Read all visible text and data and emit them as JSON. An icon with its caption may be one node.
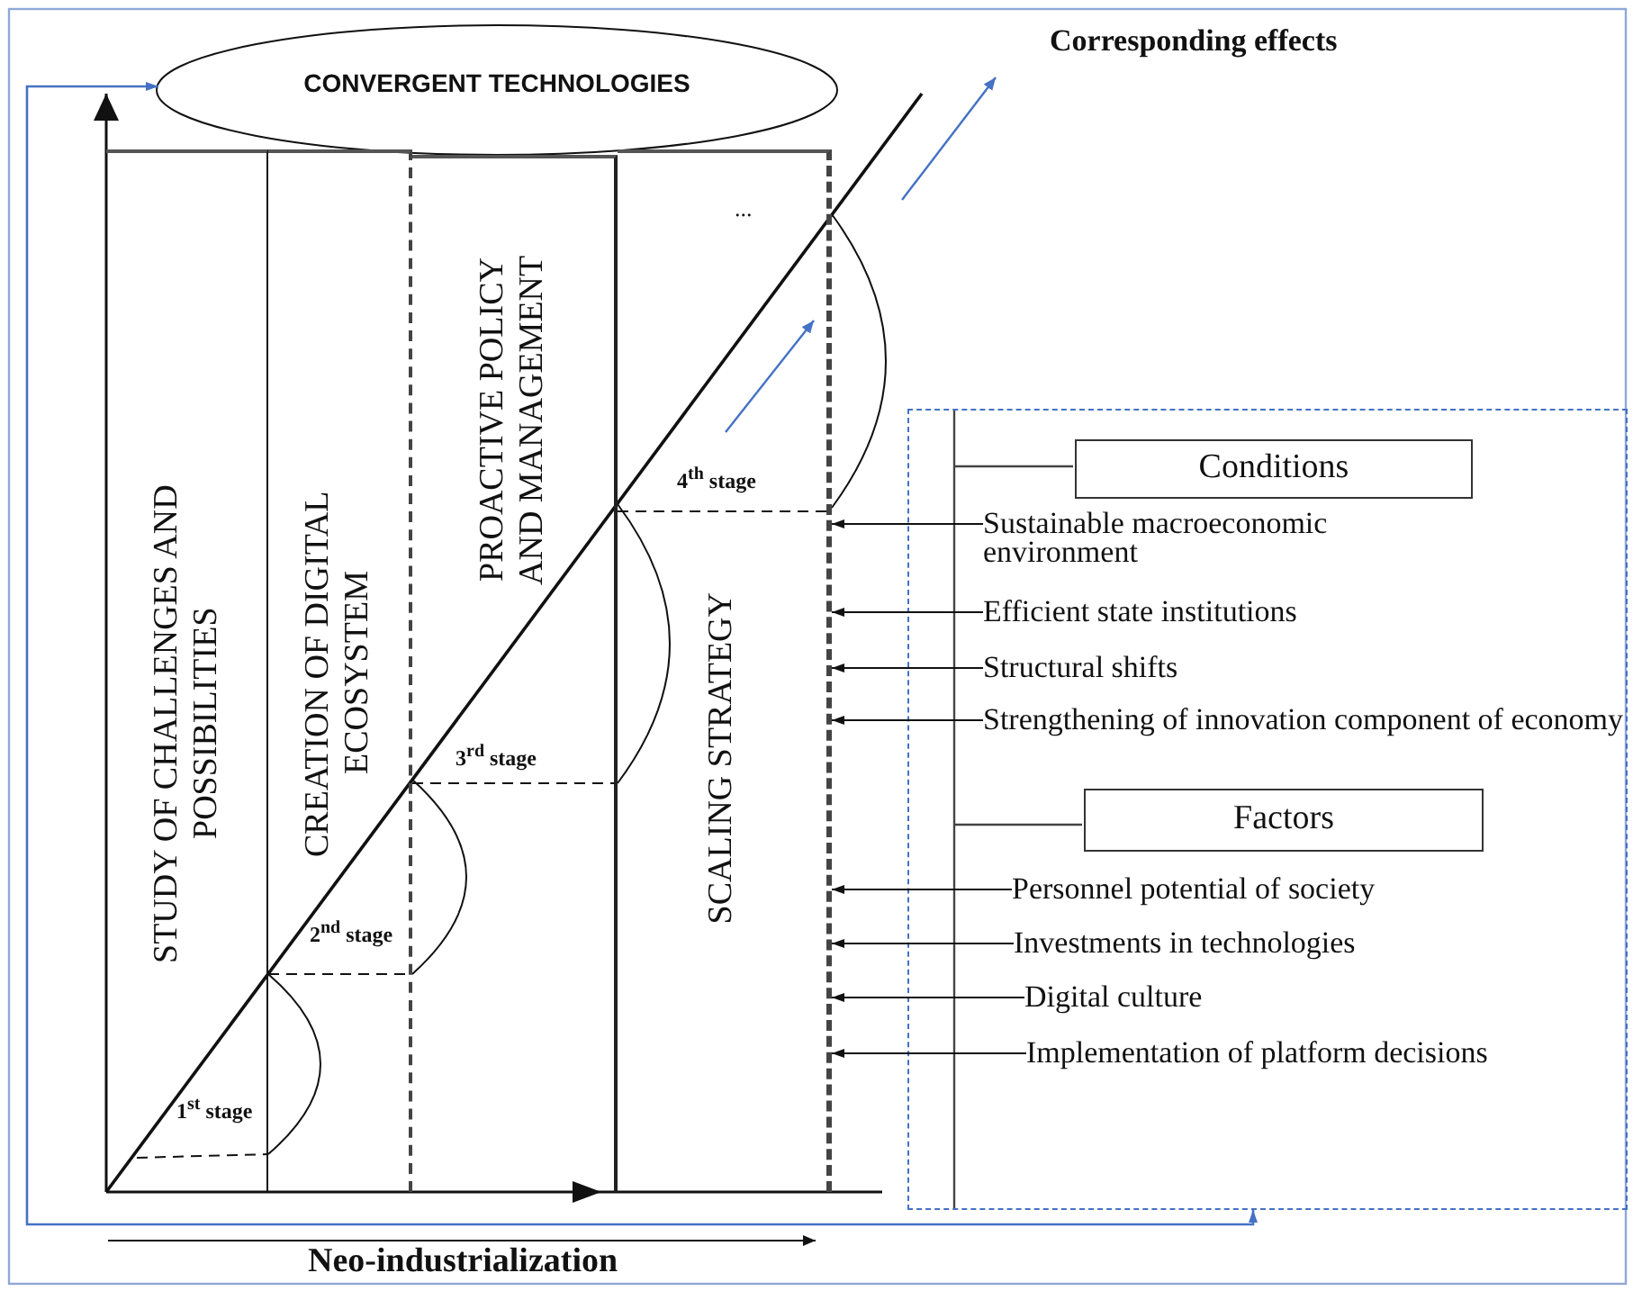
{
  "diagram": {
    "nodes": [
      {
        "text": [
          "CONVERGENT TECHNOLOGIES"
        ]
      },
      {
        "text": [
          "STUDY OF CHALLENGES AND POSSIBILITIES"
        ]
      },
      {
        "text": [
          "CREATION OF DIGITAL ECOSYSTEM"
        ]
      },
      {
        "text": [
          "PROACTIVE POLICY AND MANAGEMENT"
        ]
      },
      {
        "text": [
          "SCALING STRATEGY"
        ]
      },
      {
        "text": [],
        "shape": "box"
      },
      {
        "text": [
          "Conditions"
        ],
        "in": 5
      },
      {
        "text": [
          "Sustainable macroeconomic environment"
        ],
        "in": 5
      },
      {
        "text": [
          "Efficient state institutions"
        ],
        "in": 5
      },
      {
        "text": [
          "Structural shifts"
        ],
        "in": 5
      },
      {
        "text": [
          "Strengthening of innovation component of economy"
        ],
        "in": 5
      },
      {
        "text": [
          "Factors"
        ],
        "in": 5
      },
      {
        "text": [
          "Personnel potential of society"
        ],
        "in": 5
      },
      {
        "text": [
          "Investments in technologies"
        ],
        "in": 5
      },
      {
        "text": [
          "Digital culture"
        ],
        "in": 5
      },
      {
        "text": [
          "Implementation of platform decisions"
        ],
        "in": 5
      }
    ],
    "edges": [
      {
        "from": 7,
        "to": 4,
        "arrow": "to"
      },
      {
        "from": 8,
        "to": 4,
        "arrow": "to"
      },
      {
        "from": 9,
        "to": 4,
        "arrow": "to"
      },
      {
        "from": 10,
        "to": 4,
        "arrow": "to"
      },
      {
        "from": 12,
        "to": 4,
        "arrow": "to"
      },
      {
        "from": 13,
        "to": 4,
        "arrow": "to"
      },
      {
        "from": 14,
        "to": 4,
        "arrow": "to"
      },
      {
        "from": 15,
        "to": 4,
        "arrow": "to"
      },
      {
        "from": 5,
        "to": 0,
        "arrow": "both",
        "color": "#4472c4"
      }
    ],
    "labels": [
      "1$^{st}$ stage",
      "2$^{nd}$ stage",
      "3$^{rd}$ stage",
      "4$^{th}$ stage",
      "...",
      "Corresponding effects",
      "Neo-industrialization"
    ]
  }
}
